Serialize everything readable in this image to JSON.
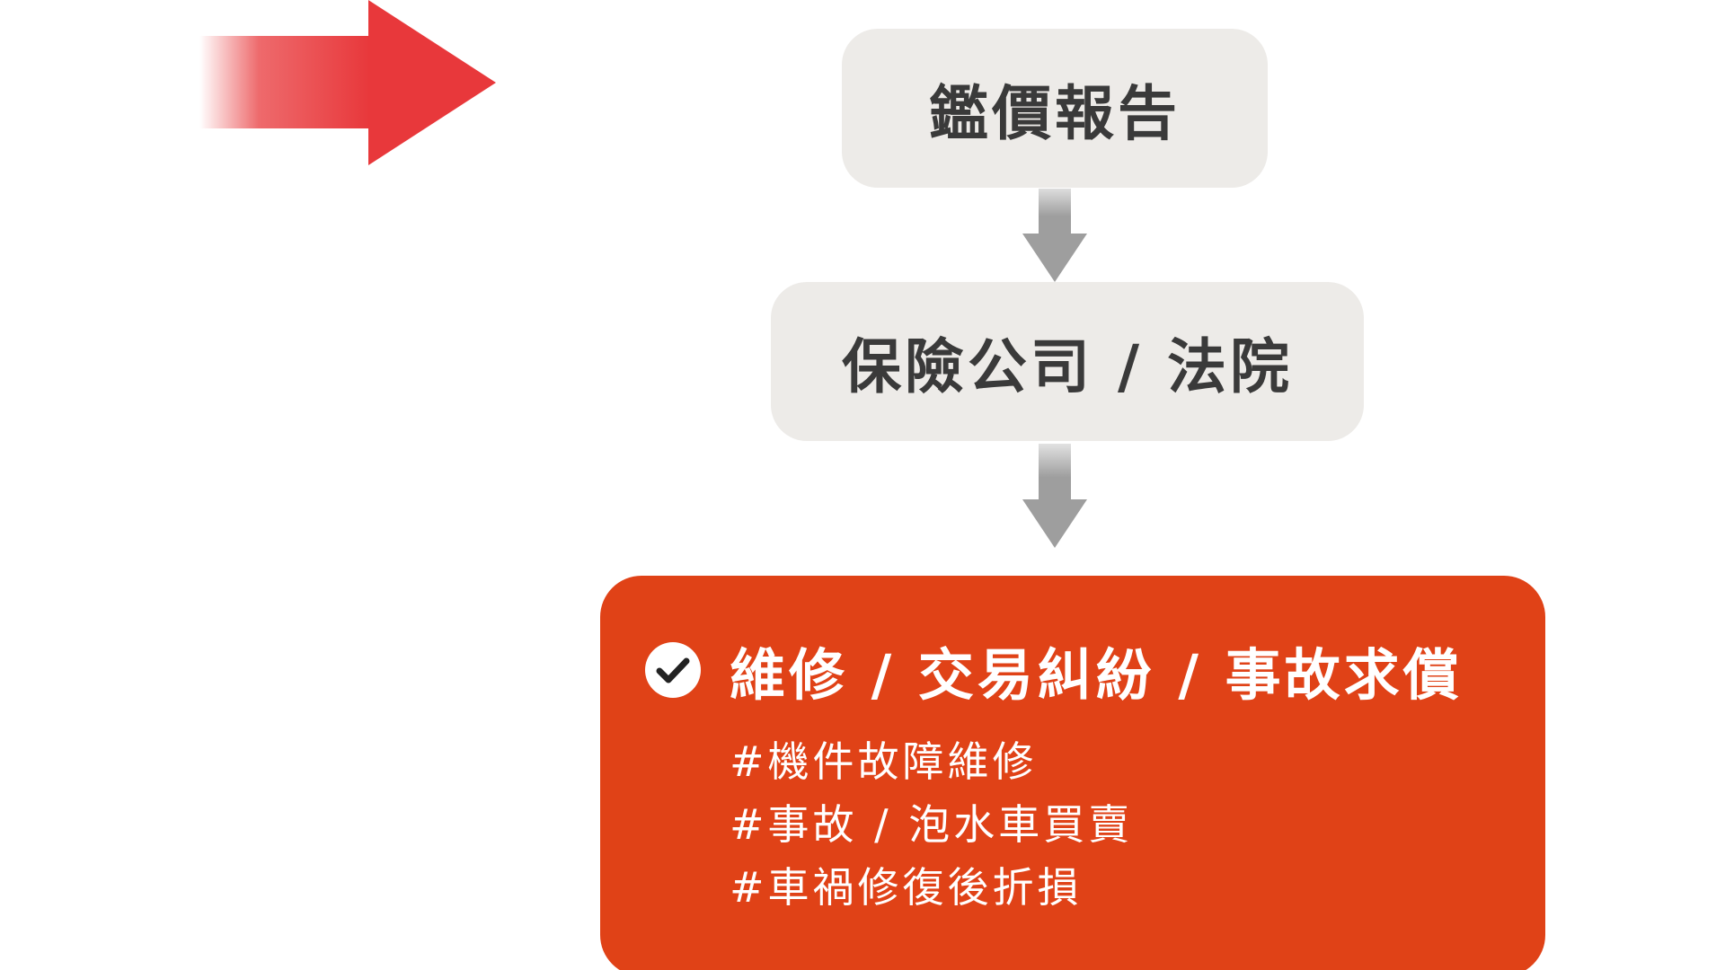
{
  "flow": {
    "step_1": "鑑價報告",
    "step_2": "保險公司 / 法院",
    "outcome": {
      "title": "維修 / 交易糾紛 / 事故求償",
      "tags": [
        "#機件故障維修",
        "#事故 / 泡水車買賣",
        "#車禍修復後折損"
      ]
    }
  },
  "colors": {
    "accent_red": "#e04217",
    "arrow_red": "#e8383b",
    "box_grey": "#edebe8",
    "connector_grey": "#9e9e9e",
    "text_dark": "#3a3a3a"
  },
  "icons": {
    "entry_arrow": "right-arrow-icon",
    "connector": "down-arrow-icon",
    "check": "check-circle-icon"
  }
}
